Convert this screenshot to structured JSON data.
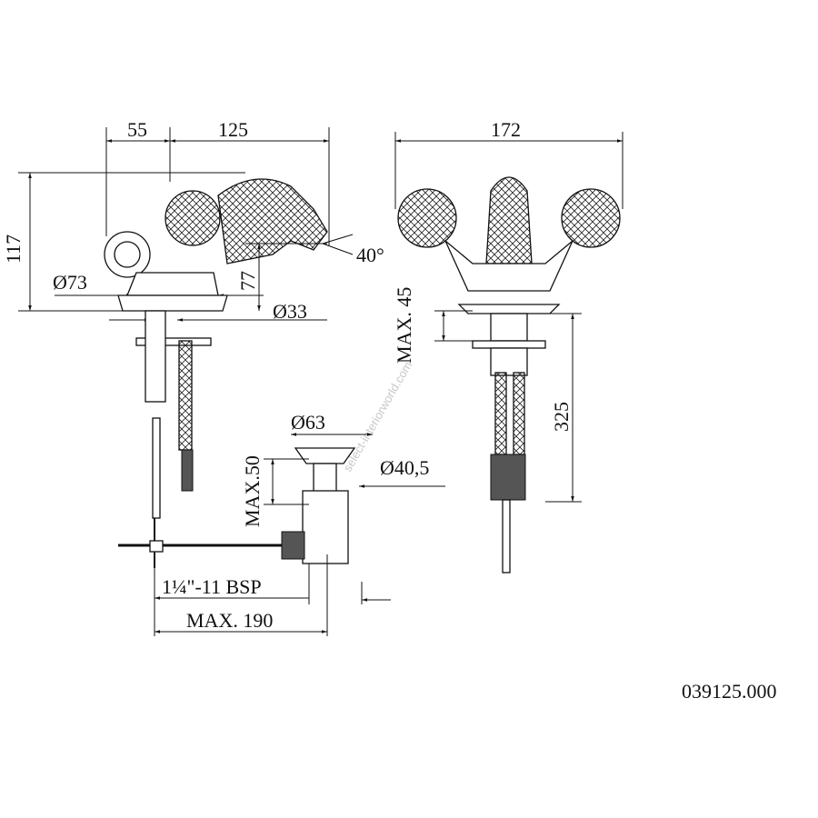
{
  "drawing": {
    "product_code": "039125.000",
    "watermark": "select-interiorworld.com",
    "side_view": {
      "dim_top_left": "55",
      "dim_top_right": "125",
      "dim_height": "117",
      "dim_base_diameter": "Ø73",
      "dim_spout_height": "77",
      "dim_shank_diameter": "Ø33",
      "dim_spray_angle": "40°"
    },
    "front_view": {
      "dim_width": "172",
      "dim_max_deck": "MAX. 45",
      "dim_hose_length": "325"
    },
    "waste": {
      "dim_flange_diameter": "Ø63",
      "dim_body_diameter": "Ø40,5",
      "dim_max_depth": "MAX.50",
      "dim_thread": "1¼\"-11 BSP",
      "dim_max_rod": "MAX. 190"
    }
  }
}
